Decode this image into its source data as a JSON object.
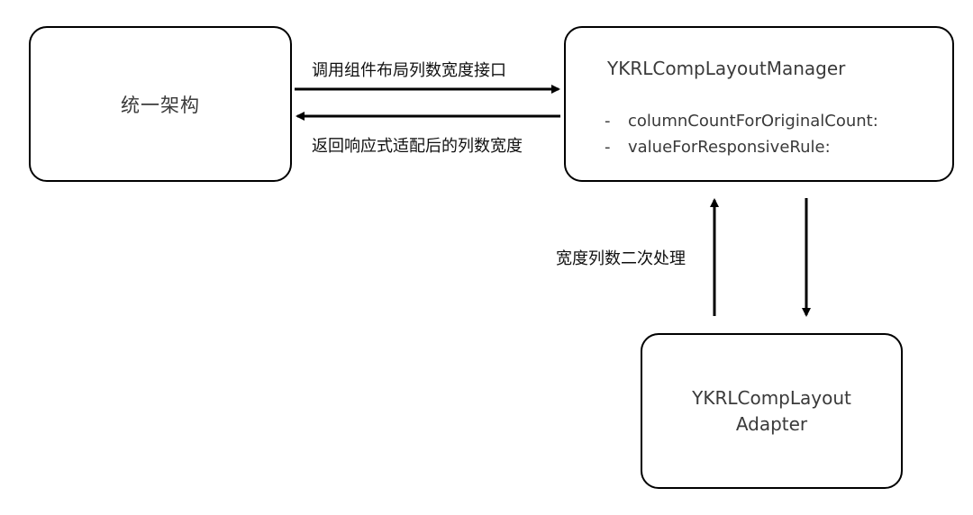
{
  "nodes": {
    "unified_arch": {
      "title": "统一架构"
    },
    "layout_manager": {
      "title": "YKRLCompLayoutManager",
      "methods": [
        {
          "bullet": "-",
          "name": "columnCountForOriginalCount:"
        },
        {
          "bullet": "-",
          "name": "valueForResponsiveRule:"
        }
      ]
    },
    "layout_adapter": {
      "title_line1": "YKRLCompLayout",
      "title_line2": "Adapter"
    }
  },
  "edges": {
    "call": {
      "label": "调用组件布局列数宽度接口",
      "from": "unified_arch",
      "to": "layout_manager"
    },
    "return": {
      "label": "返回响应式适配后的列数宽度",
      "from": "layout_manager",
      "to": "unified_arch"
    },
    "to_adapter": {
      "from": "layout_manager",
      "to": "layout_adapter"
    },
    "from_adapter": {
      "label": "宽度列数二次处理",
      "from": "layout_adapter",
      "to": "layout_manager"
    }
  },
  "colors": {
    "stroke": "#000000",
    "text": "#3a3a3a",
    "background": "#ffffff"
  }
}
